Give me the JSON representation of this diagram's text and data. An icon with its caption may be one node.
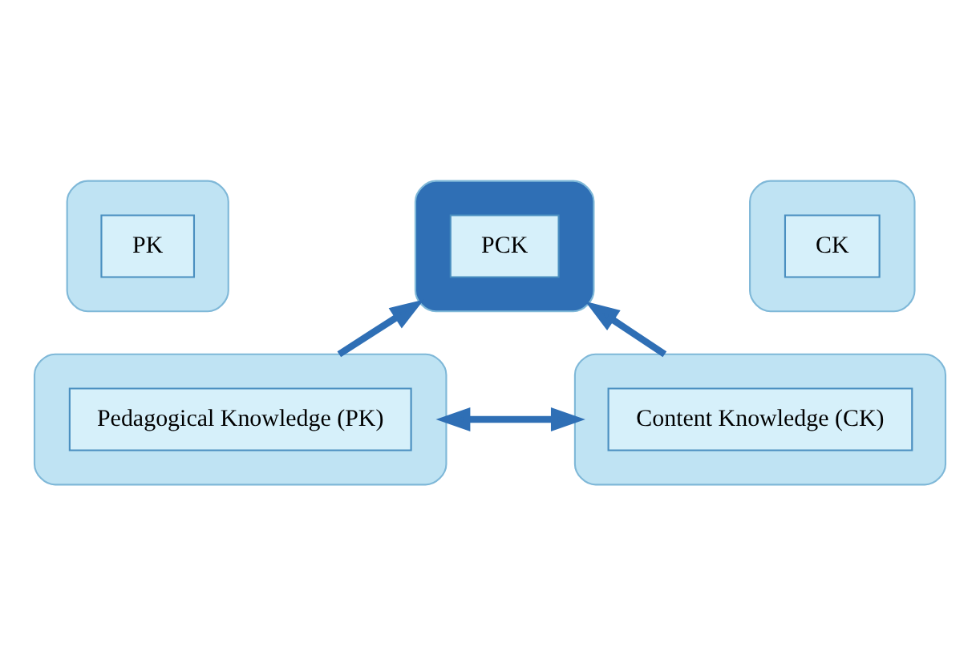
{
  "diagram": {
    "nodes": [
      {
        "text": [],
        "shape": "ellipse"
      },
      {
        "text": [
          "PK"
        ],
        "in": 0
      },
      {
        "text": [],
        "shape": "ellipse"
      },
      {
        "text": [
          "PCK"
        ],
        "in": 2
      },
      {
        "text": [],
        "shape": "ellipse"
      },
      {
        "text": [
          "CK"
        ],
        "in": 4
      },
      {
        "text": [],
        "shape": "ellipse"
      },
      {
        "text": [
          "Pedagogical Knowledge (PK)"
        ],
        "in": 6
      },
      {
        "text": [],
        "shape": "ellipse"
      },
      {
        "text": [
          "Content Knowledge (CK)"
        ],
        "in": 8
      }
    ],
    "edges": [
      {
        "from": 6,
        "to": 8,
        "arrow": "both"
      },
      {
        "from": 6,
        "to": 2,
        "arrow": "to"
      },
      {
        "from": 8,
        "to": 2,
        "arrow": "to"
      }
    ]
  }
}
